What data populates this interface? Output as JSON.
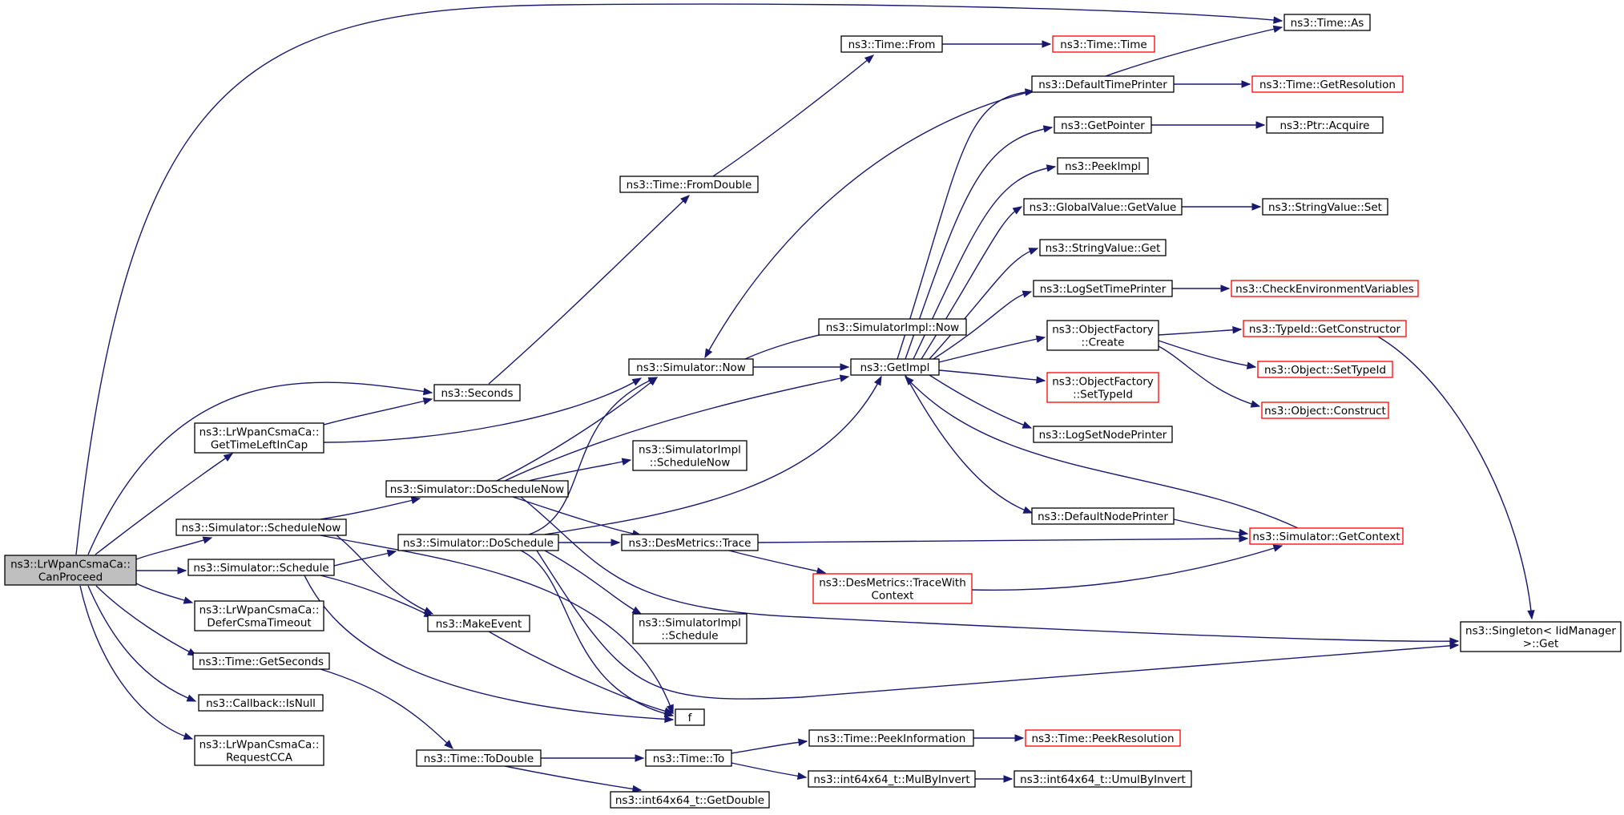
{
  "colors": {
    "edge": "#191970",
    "node_border": "#000000",
    "node_border_incomplete": "#ff0000",
    "root_fill": "#bfbfbf",
    "node_fill": "#ffffff"
  },
  "nodes": [
    {
      "id": "root",
      "lines": [
        "ns3::LrWpanCsmaCa::",
        "CanProceed"
      ]
    },
    {
      "id": "gettimeleft",
      "lines": [
        "ns3::LrWpanCsmaCa::",
        "GetTimeLeftInCap"
      ]
    },
    {
      "id": "schednow",
      "lines": [
        "ns3::Simulator::ScheduleNow"
      ]
    },
    {
      "id": "schedule",
      "lines": [
        "ns3::Simulator::Schedule"
      ]
    },
    {
      "id": "defer",
      "lines": [
        "ns3::LrWpanCsmaCa::",
        "DeferCsmaTimeout"
      ]
    },
    {
      "id": "getseconds",
      "lines": [
        "ns3::Time::GetSeconds"
      ]
    },
    {
      "id": "isnull",
      "lines": [
        "ns3::Callback::IsNull"
      ]
    },
    {
      "id": "requestcca",
      "lines": [
        "ns3::LrWpanCsmaCa::",
        "RequestCCA"
      ]
    },
    {
      "id": "seconds",
      "lines": [
        "ns3::Seconds"
      ]
    },
    {
      "id": "doschednow",
      "lines": [
        "ns3::Simulator::DoScheduleNow"
      ]
    },
    {
      "id": "dosched",
      "lines": [
        "ns3::Simulator::DoSchedule"
      ]
    },
    {
      "id": "makeevent",
      "lines": [
        "ns3::MakeEvent"
      ]
    },
    {
      "id": "todouble",
      "lines": [
        "ns3::Time::ToDouble"
      ]
    },
    {
      "id": "fromdouble",
      "lines": [
        "ns3::Time::FromDouble"
      ]
    },
    {
      "id": "from",
      "lines": [
        "ns3::Time::From"
      ]
    },
    {
      "id": "simnow",
      "lines": [
        "ns3::Simulator::Now"
      ]
    },
    {
      "id": "implschednow",
      "lines": [
        "ns3::SimulatorImpl",
        "::ScheduleNow"
      ]
    },
    {
      "id": "destrace",
      "lines": [
        "ns3::DesMetrics::Trace"
      ]
    },
    {
      "id": "implsched",
      "lines": [
        "ns3::SimulatorImpl",
        "::Schedule"
      ]
    },
    {
      "id": "f",
      "lines": [
        "f"
      ]
    },
    {
      "id": "to",
      "lines": [
        "ns3::Time::To"
      ]
    },
    {
      "id": "i64getdouble",
      "lines": [
        "ns3::int64x64_t::GetDouble"
      ]
    },
    {
      "id": "timetime",
      "lines": [
        "ns3::Time::Time"
      ],
      "red": true
    },
    {
      "id": "implnow",
      "lines": [
        "ns3::SimulatorImpl::Now"
      ]
    },
    {
      "id": "getimpl",
      "lines": [
        "ns3::GetImpl"
      ]
    },
    {
      "id": "tracewith",
      "lines": [
        "ns3::DesMetrics::TraceWith",
        "Context"
      ],
      "red": true
    },
    {
      "id": "peekinfo",
      "lines": [
        "ns3::Time::PeekInformation"
      ]
    },
    {
      "id": "mulbyinv",
      "lines": [
        "ns3::int64x64_t::MulByInvert"
      ]
    },
    {
      "id": "defprinter",
      "lines": [
        "ns3::DefaultTimePrinter"
      ]
    },
    {
      "id": "getpointer",
      "lines": [
        "ns3::GetPointer"
      ]
    },
    {
      "id": "peekimpl",
      "lines": [
        "ns3::PeekImpl"
      ]
    },
    {
      "id": "gvgetvalue",
      "lines": [
        "ns3::GlobalValue::GetValue"
      ]
    },
    {
      "id": "svget",
      "lines": [
        "ns3::StringValue::Get"
      ]
    },
    {
      "id": "logsettime",
      "lines": [
        "ns3::LogSetTimePrinter"
      ]
    },
    {
      "id": "ofcreate",
      "lines": [
        "ns3::ObjectFactory",
        "::Create"
      ]
    },
    {
      "id": "ofsettypeid",
      "lines": [
        "ns3::ObjectFactory",
        "::SetTypeId"
      ],
      "red": true
    },
    {
      "id": "logsetnode",
      "lines": [
        "ns3::LogSetNodePrinter"
      ]
    },
    {
      "id": "defnode",
      "lines": [
        "ns3::DefaultNodePrinter"
      ]
    },
    {
      "id": "peekres",
      "lines": [
        "ns3::Time::PeekResolution"
      ],
      "red": true
    },
    {
      "id": "umulbyinv",
      "lines": [
        "ns3::int64x64_t::UmulByInvert"
      ]
    },
    {
      "id": "timeas",
      "lines": [
        "ns3::Time::As"
      ]
    },
    {
      "id": "getres",
      "lines": [
        "ns3::Time::GetResolution"
      ],
      "red": true
    },
    {
      "id": "ptracquire",
      "lines": [
        "ns3::Ptr::Acquire"
      ]
    },
    {
      "id": "svset",
      "lines": [
        "ns3::StringValue::Set"
      ]
    },
    {
      "id": "checkenv",
      "lines": [
        "ns3::CheckEnvironmentVariables"
      ],
      "red": true
    },
    {
      "id": "getctor",
      "lines": [
        "ns3::TypeId::GetConstructor"
      ],
      "red": true
    },
    {
      "id": "objsettypeid",
      "lines": [
        "ns3::Object::SetTypeId"
      ],
      "red": true
    },
    {
      "id": "objconstruct",
      "lines": [
        "ns3::Object::Construct"
      ],
      "red": true
    },
    {
      "id": "getcontext",
      "lines": [
        "ns3::Simulator::GetContext"
      ],
      "red": true
    },
    {
      "id": "singleton",
      "lines": [
        "ns3::Singleton< IidManager",
        ">::Get"
      ]
    }
  ]
}
